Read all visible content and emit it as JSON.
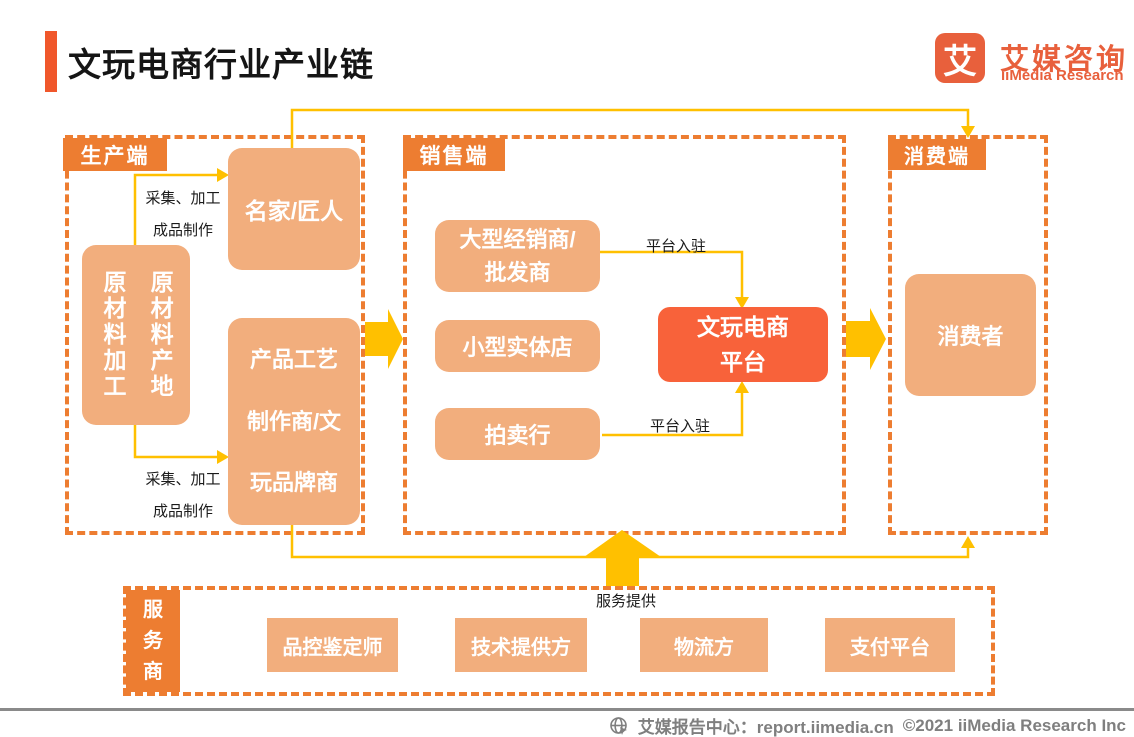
{
  "title": "文玩电商行业产业链",
  "logo": {
    "mark": "艾",
    "name_cn": "艾媒咨询",
    "name_en": "iiMedia Research"
  },
  "colors": {
    "section_orange": "#ED7D31",
    "light_node_orange": "#F2AE7D",
    "platform_deep_orange": "#F8623A",
    "connector_gold": "#FFC000",
    "logo_orange": "#E8603C",
    "footer_gray": "#7F7F7F"
  },
  "production": {
    "label": "生产端",
    "raw_material": "原材料产地\n原材料加工",
    "artisan": "名家/匠人",
    "maker": "产品工艺\n制作商/文\n玩品牌商",
    "edge_top": "采集、加工\n成品制作",
    "edge_bottom": "采集、加工\n成品制作"
  },
  "sales": {
    "label": "销售端",
    "dealer": "大型经销商/\n批发商",
    "store": "小型实体店",
    "auction": "拍卖行",
    "platform": "文玩电商\n平台",
    "edge_top": "平台入驻",
    "edge_bottom": "平台入驻"
  },
  "consumption": {
    "label": "消费端",
    "consumer": "消费者"
  },
  "service": {
    "label": "服\n务\n商",
    "provide": "服务提供",
    "items": [
      "品控鉴定师",
      "技术提供方",
      "物流方",
      "支付平台"
    ]
  },
  "footer": {
    "icon": "globe-cursor-icon",
    "report_center": "艾媒报告中心：report.iimedia.cn",
    "copyright": "©2021  iiMedia Research  Inc"
  }
}
